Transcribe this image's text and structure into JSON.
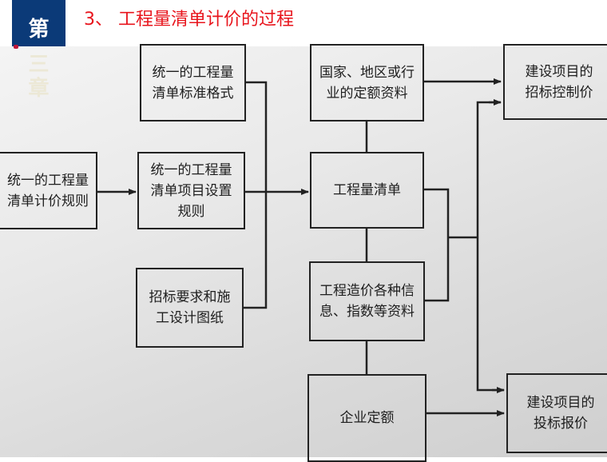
{
  "header": {
    "chapter_chars": [
      "第",
      "三",
      "章"
    ],
    "title": "3、 工程量清单计价的过程",
    "title_color": "#e8141c",
    "chapter_block_color": "#0b3a78"
  },
  "diagram": {
    "nodes": {
      "pricing_rules": "统一的工程量清单计价规则",
      "std_format": "统一的工程量清单标准格式",
      "item_rules": "统一的工程量清单项目设置规则",
      "tender_reqs": "招标要求和施工设计图纸",
      "quota_data": "国家、地区或行业的定额资料",
      "bill": "工程量清单",
      "cost_info": "工程造价各种信息、指数等资料",
      "enterprise_quota": "企业定额",
      "control_price": "建设项目的招标控制价",
      "bid_price": "建设项目的投标报价"
    },
    "lines": {
      "pricing_rules_l1": "统一的工程量",
      "pricing_rules_l2": "清单计价规则",
      "std_format_l1": "统一的工程量",
      "std_format_l2": "清单标准格式",
      "item_rules_l1": "统一的工程量",
      "item_rules_l2": "清单项目设置",
      "item_rules_l3": "规则",
      "tender_reqs_l1": "招标要求和施",
      "tender_reqs_l2": "工设计图纸",
      "quota_data_l1": "国家、地区或行",
      "quota_data_l2": "业的定额资料",
      "bill_l1": "工程量清单",
      "cost_info_l1": "工程造价各种信",
      "cost_info_l2": "息、指数等资料",
      "enterprise_quota_l1": "企业定额",
      "control_price_l1": "建设项目的",
      "control_price_l2": "招标控制价",
      "bid_price_l1": "建设项目的",
      "bid_price_l2": "投标报价"
    },
    "edges": [
      {
        "from": "pricing_rules",
        "to": "item_rules"
      },
      {
        "from": "std_format",
        "to": "bill"
      },
      {
        "from": "item_rules",
        "to": "bill"
      },
      {
        "from": "tender_reqs",
        "to": "bill"
      },
      {
        "from": "quota_data",
        "to": "control_price"
      },
      {
        "from": "quota_data",
        "to": "bill"
      },
      {
        "from": "bill",
        "to": "cost_info"
      },
      {
        "from": "cost_info",
        "to": "enterprise_quota"
      },
      {
        "from": "bill",
        "to": "control_price"
      },
      {
        "from": "bill",
        "to": "bid_price"
      },
      {
        "from": "cost_info",
        "to": "control_price"
      },
      {
        "from": "cost_info",
        "to": "bid_price"
      },
      {
        "from": "enterprise_quota",
        "to": "bid_price"
      }
    ]
  }
}
